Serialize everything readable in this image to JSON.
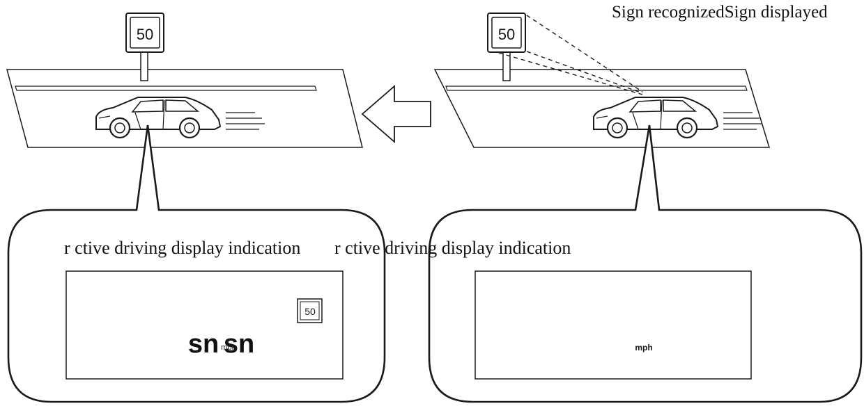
{
  "captions": {
    "sign_status": "Sign recognizedSign displayed",
    "display_left": "r  ctive driving display indication",
    "display_right": "r  ctive driving display indication"
  },
  "signs": {
    "left_scene": "50",
    "right_scene": "50",
    "display_icon": "50"
  },
  "display_left": {
    "speed_left": "sn",
    "speed_right": "sn",
    "unit": "mph"
  },
  "display_right": {
    "unit": "mph"
  },
  "icons": {
    "transition_arrow": "arrow-left-icon",
    "vehicle": "car-icon"
  },
  "colors": {
    "line": "#1a1a1a",
    "background": "#ffffff",
    "sign_fill": "#ffffff"
  }
}
